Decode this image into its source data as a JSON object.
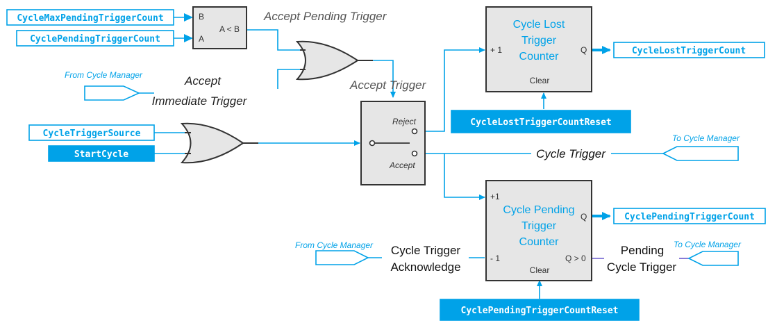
{
  "signals": {
    "cycle_max_pending_trigger_count": "CycleMaxPendingTriggerCount",
    "cycle_pending_trigger_count_in": "CyclePendingTriggerCount",
    "cycle_trigger_source": "CycleTriggerSource",
    "start_cycle": "StartCycle",
    "cycle_lost_trigger_count_reset": "CycleLostTriggerCountReset",
    "cycle_lost_trigger_count": "CycleLostTriggerCount",
    "cycle_pending_trigger_count_out": "CyclePendingTriggerCount",
    "cycle_pending_trigger_count_reset": "CyclePendingTriggerCountReset"
  },
  "comparator": {
    "b": "B",
    "a": "A",
    "op": "A < B"
  },
  "labels": {
    "accept_pending": "Accept Pending Trigger",
    "accept_immediate_1": "Accept",
    "accept_immediate_2": "Immediate Trigger",
    "accept_trigger": "Accept Trigger",
    "from_cycle_manager_1": "From Cycle Manager",
    "from_cycle_manager_2": "From Cycle Manager",
    "to_cycle_manager_1": "To Cycle Manager",
    "to_cycle_manager_2": "To Cycle Manager",
    "cycle_trigger": "Cycle Trigger",
    "cycle_trigger_ack_1": "Cycle Trigger",
    "cycle_trigger_ack_2": "Acknowledge",
    "pending_cycle_trigger_1": "Pending",
    "pending_cycle_trigger_2": "Cycle Trigger"
  },
  "switch": {
    "reject": "Reject",
    "accept": "Accept"
  },
  "lost_counter": {
    "title_1": "Cycle Lost",
    "title_2": "Trigger",
    "title_3": "Counter",
    "inc": "+ 1",
    "q": "Q",
    "clear": "Clear"
  },
  "pending_counter": {
    "title_1": "Cycle Pending",
    "title_2": "Trigger",
    "title_3": "Counter",
    "inc": "+1",
    "dec": "- 1",
    "q": "Q",
    "qgt0": "Q > 0",
    "clear": "Clear"
  },
  "colors": {
    "accent": "#00a2e8",
    "box_fill": "#e6e6e6",
    "box_stroke": "#333333"
  }
}
